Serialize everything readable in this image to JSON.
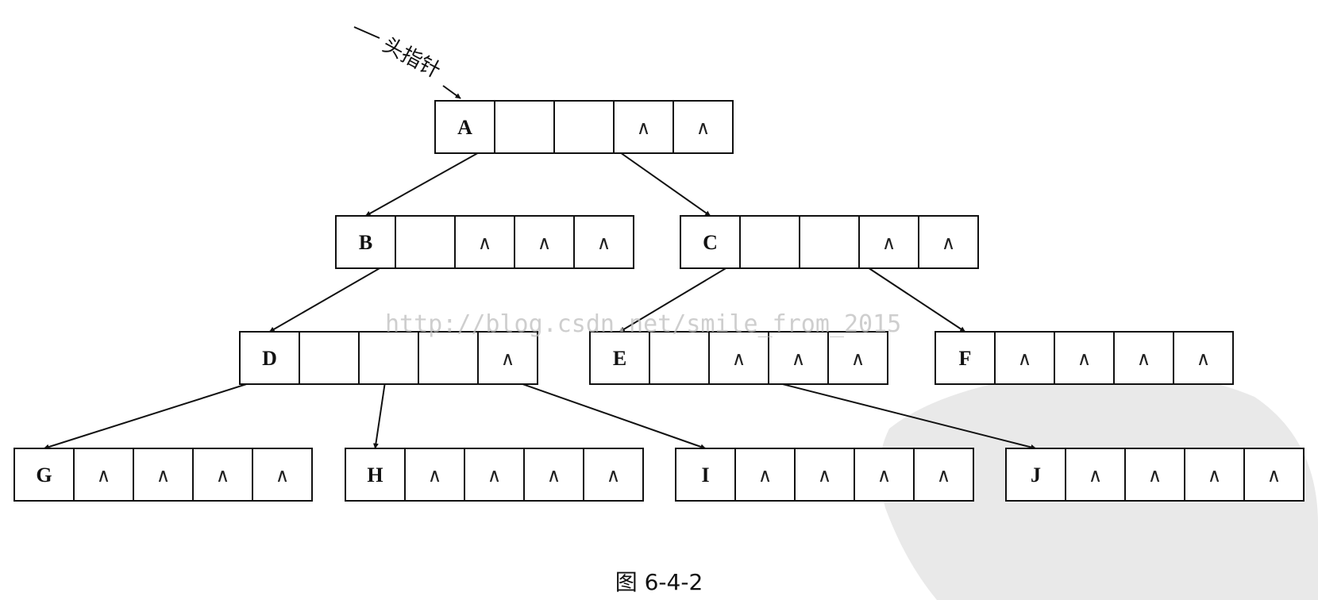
{
  "head_pointer_label": "头指针",
  "watermark_url": "http://blog.csdn.net/smile_from_2015",
  "caption": "图 6-4-2",
  "null_symbol": "∧",
  "nodes": [
    {
      "id": "A",
      "label": "A",
      "fields": [
        "ptr",
        "ptr",
        "null",
        "null"
      ]
    },
    {
      "id": "B",
      "label": "B",
      "fields": [
        "ptr",
        "null",
        "null",
        "null"
      ]
    },
    {
      "id": "C",
      "label": "C",
      "fields": [
        "ptr",
        "ptr",
        "null",
        "null"
      ]
    },
    {
      "id": "D",
      "label": "D",
      "fields": [
        "ptr",
        "ptr",
        "ptr",
        "null"
      ]
    },
    {
      "id": "E",
      "label": "E",
      "fields": [
        "ptr",
        "null",
        "null",
        "null"
      ]
    },
    {
      "id": "F",
      "label": "F",
      "fields": [
        "null",
        "null",
        "null",
        "null"
      ]
    },
    {
      "id": "G",
      "label": "G",
      "fields": [
        "null",
        "null",
        "null",
        "null"
      ]
    },
    {
      "id": "H",
      "label": "H",
      "fields": [
        "null",
        "null",
        "null",
        "null"
      ]
    },
    {
      "id": "I",
      "label": "I",
      "fields": [
        "null",
        "null",
        "null",
        "null"
      ]
    },
    {
      "id": "J",
      "label": "J",
      "fields": [
        "null",
        "null",
        "null",
        "null"
      ]
    }
  ],
  "edges": [
    {
      "from": "A",
      "field": 0,
      "to": "B"
    },
    {
      "from": "A",
      "field": 1,
      "to": "C"
    },
    {
      "from": "B",
      "field": 0,
      "to": "D"
    },
    {
      "from": "C",
      "field": 0,
      "to": "E"
    },
    {
      "from": "C",
      "field": 1,
      "to": "F"
    },
    {
      "from": "D",
      "field": 0,
      "to": "G"
    },
    {
      "from": "D",
      "field": 1,
      "to": "H"
    },
    {
      "from": "D",
      "field": 2,
      "to": "I"
    },
    {
      "from": "E",
      "field": 0,
      "to": "J"
    }
  ]
}
